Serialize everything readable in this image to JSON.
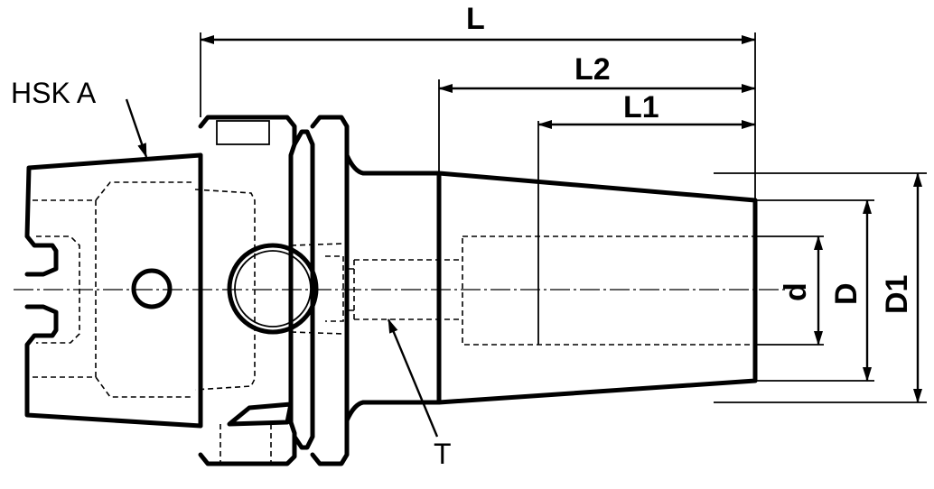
{
  "diagram": {
    "title": "",
    "labels": {
      "L": "L",
      "L2": "L2",
      "L1": "L1",
      "hsk": "HSK A",
      "d": "d",
      "D": "D",
      "D1": "D1",
      "T": "T"
    }
  }
}
